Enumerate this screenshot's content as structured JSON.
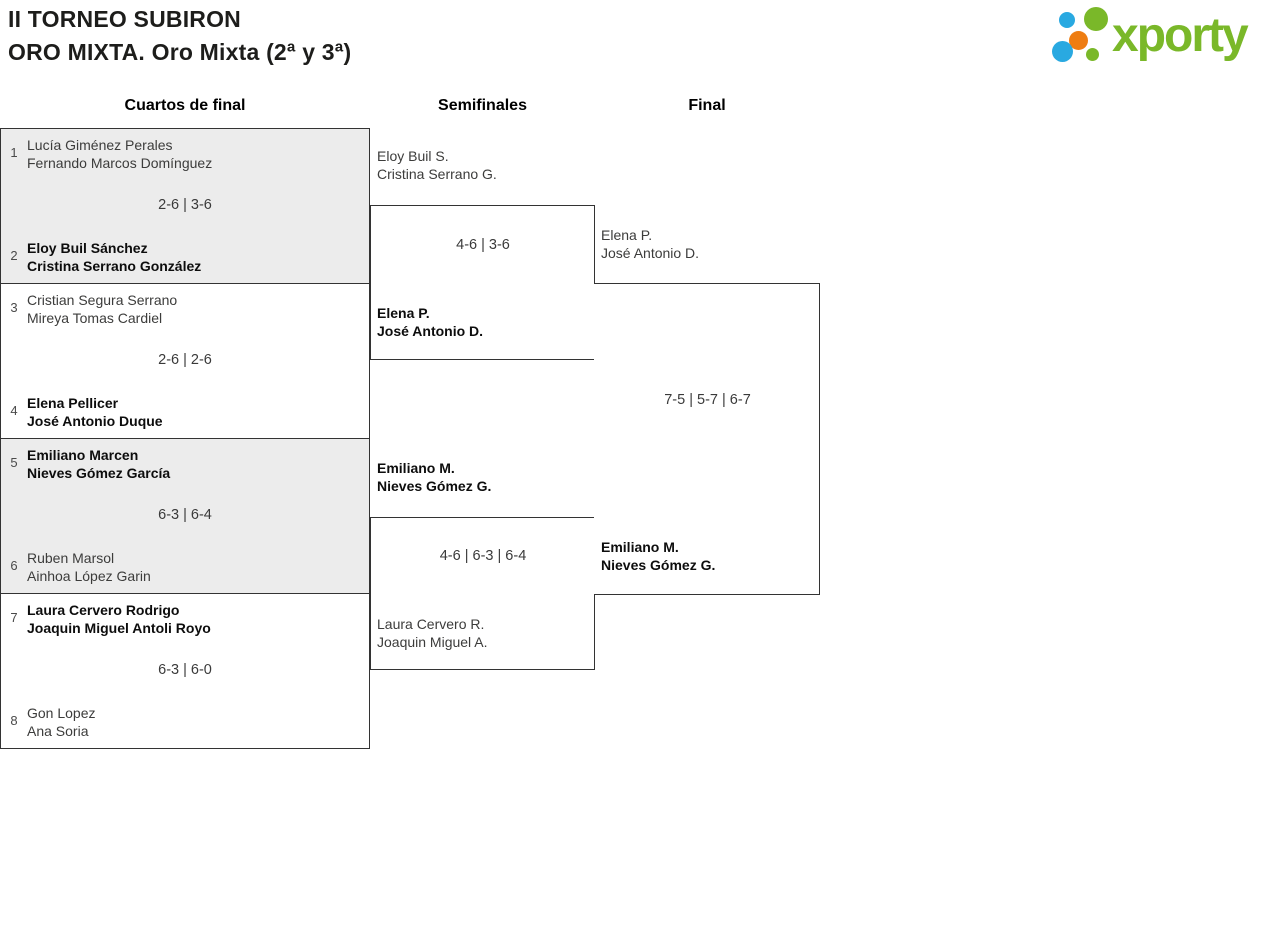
{
  "header": {
    "title_line1": "II TORNEO SUBIRON",
    "title_line2": "ORO MIXTA. Oro Mixta (2ª y 3ª)",
    "logo_text": "xporty"
  },
  "colors": {
    "logo_green": "#7ab829",
    "logo_blue": "#29a9e1",
    "logo_orange": "#ee7d11",
    "box_alt_bg": "#ececec",
    "border": "#333333"
  },
  "columns": {
    "quarterfinals": "Cuartos de final",
    "semifinals": "Semifinales",
    "final": "Final"
  },
  "quarterfinals": [
    {
      "seed_top": "1",
      "team_top": [
        "Lucía Giménez Perales",
        "Fernando Marcos Domínguez"
      ],
      "top_winner": false,
      "score": "2-6 | 3-6",
      "seed_bottom": "2",
      "team_bottom": [
        "Eloy Buil Sánchez",
        "Cristina Serrano González"
      ],
      "bottom_winner": true
    },
    {
      "seed_top": "3",
      "team_top": [
        "Cristian Segura Serrano",
        "Mireya Tomas Cardiel"
      ],
      "top_winner": false,
      "score": "2-6 | 2-6",
      "seed_bottom": "4",
      "team_bottom": [
        "Elena Pellicer",
        "José Antonio Duque"
      ],
      "bottom_winner": true
    },
    {
      "seed_top": "5",
      "team_top": [
        "Emiliano Marcen",
        "Nieves Gómez García"
      ],
      "top_winner": true,
      "score": "6-3 | 6-4",
      "seed_bottom": "6",
      "team_bottom": [
        "Ruben Marsol",
        "Ainhoa López Garin"
      ],
      "bottom_winner": false
    },
    {
      "seed_top": "7",
      "team_top": [
        "Laura Cervero Rodrigo",
        "Joaquin Miguel Antoli Royo"
      ],
      "top_winner": true,
      "score": "6-3 | 6-0",
      "seed_bottom": "8",
      "team_bottom": [
        "Gon Lopez",
        "Ana Soria"
      ],
      "bottom_winner": false
    }
  ],
  "semifinals": [
    {
      "team_top": [
        "Eloy Buil S.",
        "Cristina Serrano G."
      ],
      "top_winner": false,
      "score": "4-6 | 3-6",
      "team_bottom": [
        "Elena P.",
        "José Antonio D."
      ],
      "bottom_winner": true
    },
    {
      "team_top": [
        "Emiliano M.",
        "Nieves Gómez G."
      ],
      "top_winner": true,
      "score": "4-6 | 6-3 | 6-4",
      "team_bottom": [
        "Laura Cervero R.",
        "Joaquin Miguel A."
      ],
      "bottom_winner": false
    }
  ],
  "final": {
    "team_top": [
      "Elena P.",
      "José Antonio D."
    ],
    "top_winner": false,
    "score": "7-5 | 5-7 | 6-7",
    "team_bottom": [
      "Emiliano M.",
      "Nieves Gómez G."
    ],
    "bottom_winner": true
  }
}
